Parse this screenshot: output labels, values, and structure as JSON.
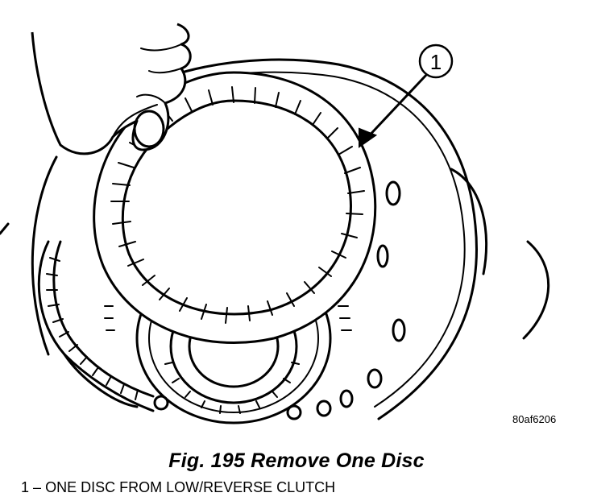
{
  "figure": {
    "drawing_code": "80af6206",
    "caption": "Fig. 195 Remove One Disc",
    "callout_number": "1",
    "legend": [
      {
        "number": "1",
        "separator": "–",
        "text": "ONE DISC FROM LOW/REVERSE CLUTCH"
      }
    ]
  },
  "icons": [
    "callout-circle",
    "leader-arrow",
    "hand-illustration",
    "clutch-disc-illustration"
  ],
  "colors": {
    "ink": "#000000",
    "paper": "#ffffff"
  }
}
